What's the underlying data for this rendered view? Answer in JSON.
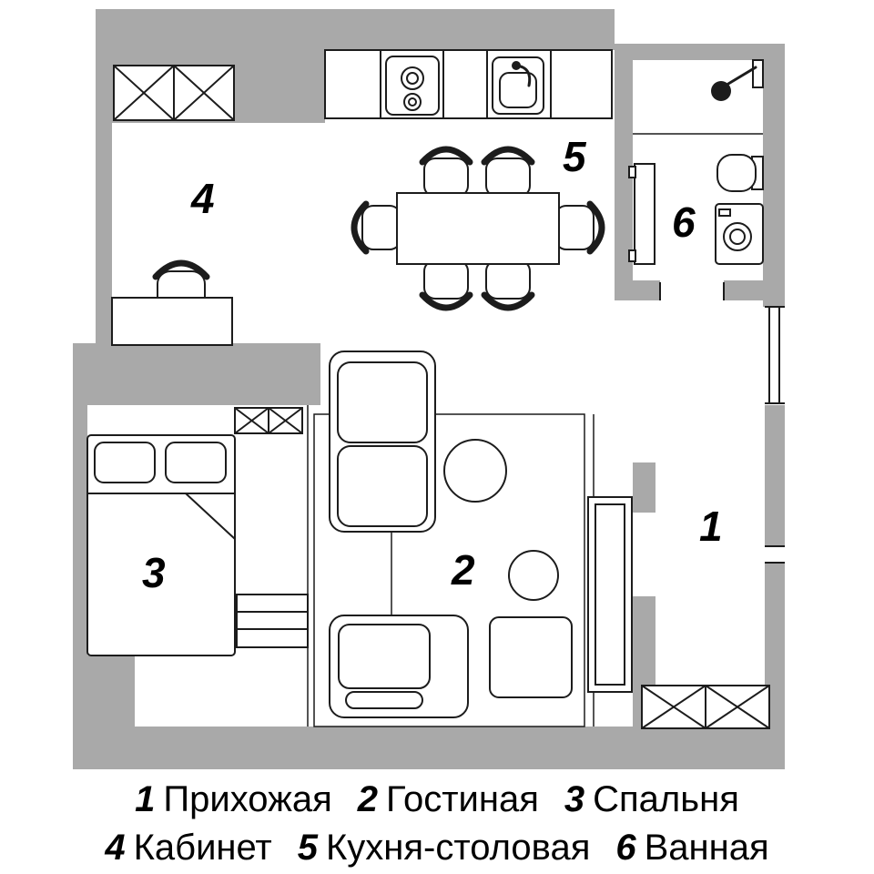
{
  "figure": {
    "type": "apartment-floor-plan",
    "language": "ru"
  },
  "colors": {
    "wall": "#a9a9a9",
    "line": "#1c1c1c",
    "background": "#ffffff",
    "text": "#000000"
  },
  "rooms": [
    {
      "num": "1",
      "name": "Прихожая"
    },
    {
      "num": "2",
      "name": "Гостиная"
    },
    {
      "num": "3",
      "name": "Спальня"
    },
    {
      "num": "4",
      "name": "Кабинет"
    },
    {
      "num": "5",
      "name": "Кухня-столовая"
    },
    {
      "num": "6",
      "name": "Ванная"
    }
  ],
  "furniture_icons": [
    "wardrobe-crossed-icon",
    "kitchen-counter-icon",
    "stove-icon",
    "kitchen-sink-icon",
    "dining-table-icon",
    "dining-chair-icon",
    "desk-icon",
    "desk-chair-icon",
    "sofa-icon",
    "coffee-table-icon",
    "stool-icon",
    "armchair-icon",
    "side-table-icon",
    "bed-icon",
    "pillow-icon",
    "dresser-icon",
    "hall-cabinet-icon",
    "shower-icon",
    "towel-rail-icon",
    "washbasin-icon",
    "washing-machine-icon",
    "window-icon"
  ]
}
